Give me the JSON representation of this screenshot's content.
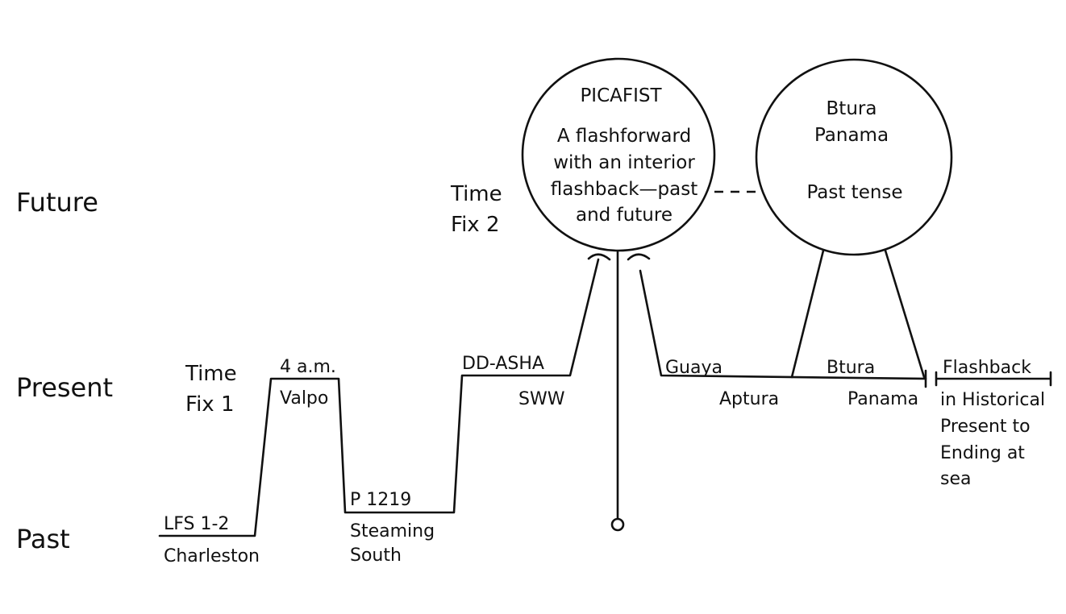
{
  "rows": {
    "future": "Future",
    "present": "Present",
    "past": "Past"
  },
  "time_fix_1": [
    "Time",
    "Fix 1"
  ],
  "time_fix_2": [
    "Time",
    "Fix 2"
  ],
  "segments": {
    "lfs": "LFS 1-2",
    "charleston": "Charleston",
    "four_am": "4 a.m.",
    "valpo": "Valpo",
    "p1219": "P 1219",
    "steaming": [
      "Steaming",
      "South"
    ],
    "dd_asha": "DD-ASHA",
    "sww": "SWW",
    "guaya": "Guaya",
    "aptura": "Aptura",
    "btura": "Btura",
    "panama": "Panama",
    "flashback": "Flashback",
    "flashback_note": [
      "in Historical",
      "Present to",
      "Ending at",
      "sea"
    ]
  },
  "circle_left": {
    "title": "PICAFIST",
    "lines": [
      "A flashforward",
      "with an interior",
      "flashback—past",
      "and future"
    ]
  },
  "circle_right": {
    "lines": [
      "Btura",
      "Panama"
    ],
    "tense": "Past tense"
  }
}
